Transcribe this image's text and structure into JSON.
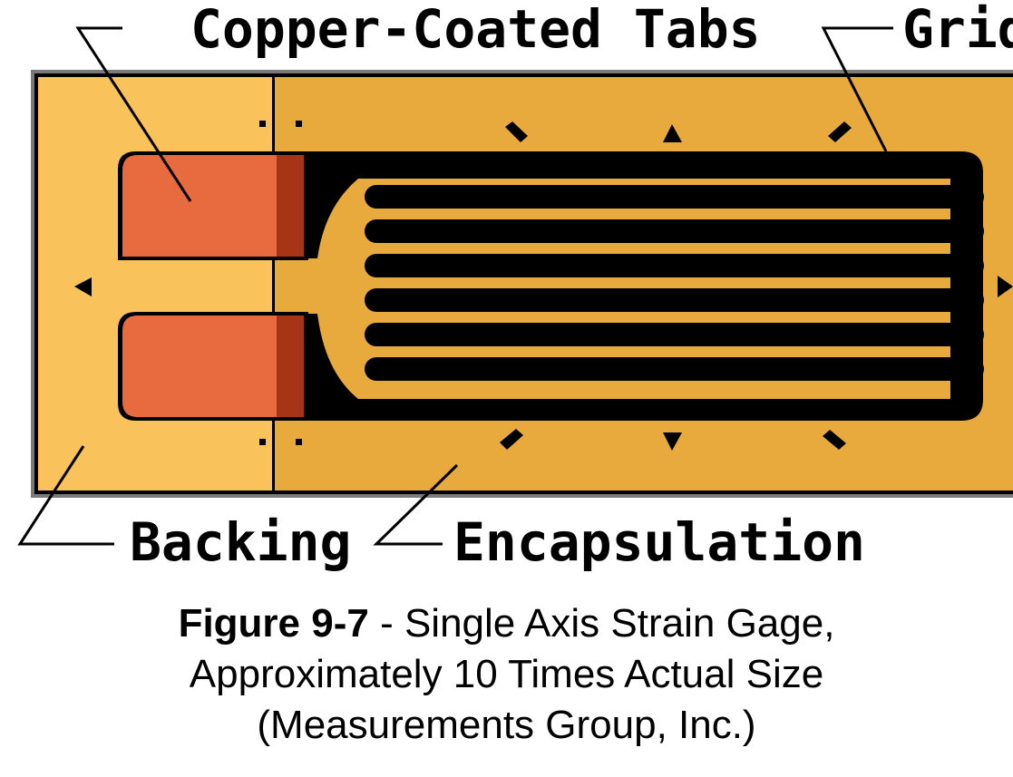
{
  "labels": {
    "tabs": "Copper-Coated Tabs",
    "grid": "Grid",
    "backing": "Backing",
    "encapsulation": "Encapsulation"
  },
  "caption": {
    "figure": "Figure 9-7",
    "separator": " - ",
    "line1": "Single Axis Strain Gage,",
    "line2": "Approximately 10 Times Actual Size",
    "line3": "(Measurements Group, Inc.)"
  },
  "colors": {
    "backing": "#F9C25A",
    "encapsulation": "#E8A93D",
    "tab": "#E86B40",
    "tab_shadow": "#A83418",
    "grid": "#000000",
    "frame": "#7a7a7a"
  }
}
